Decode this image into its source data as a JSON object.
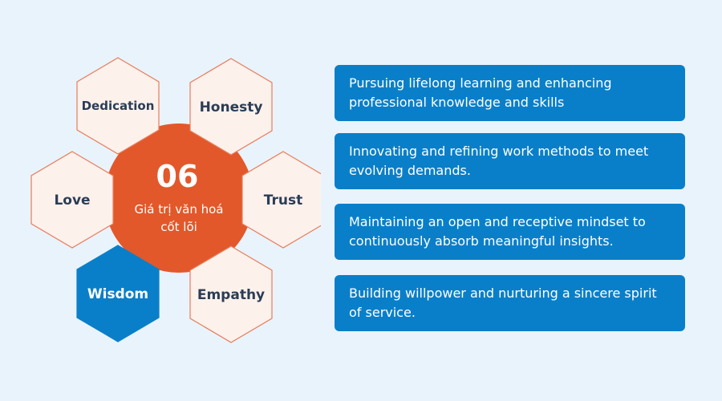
{
  "center": {
    "number": "06",
    "line1": "Giá trị văn hoá",
    "line2": "cốt lõi"
  },
  "values": [
    "Dedication",
    "Honesty",
    "Love",
    "Trust",
    "Wisdom",
    "Empathy"
  ],
  "cards": [
    "Pursuing lifelong learning and enhancing professional knowledge and skills",
    "Innovating and refining work methods to meet evolving demands.",
    "Maintaining an open and receptive mindset to continuously absorb meaningful insights.",
    "Building willpower and nurturing a sincere spirit of service."
  ],
  "colors": {
    "background": "#e9f3fb",
    "center_circle": "#e2582a",
    "hex_fill": "#fdf1ec",
    "hex_stroke": "#e77d5b",
    "hex_text": "#2b3d55",
    "highlight_hex": "#0a7fc9",
    "card": "#0a7fc9"
  }
}
